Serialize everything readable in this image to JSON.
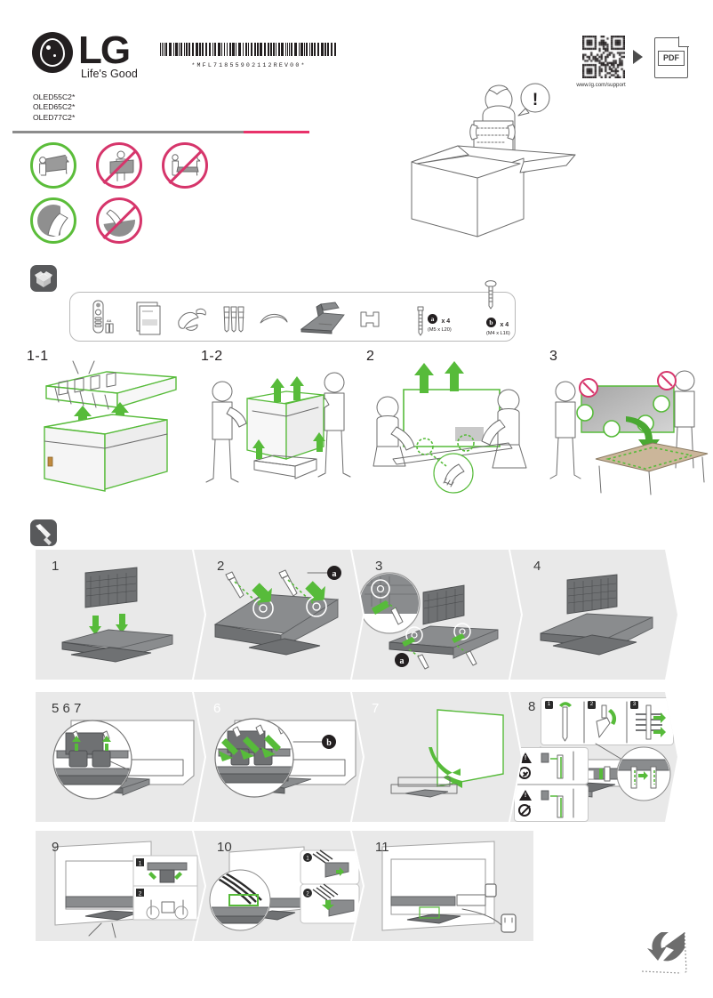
{
  "document": {
    "type": "quick-setup-guide",
    "brand": "LG",
    "tagline": "Life's Good",
    "barcode_text": "*MFL71855902112REV00*",
    "models": [
      "OLED55C2*",
      "OLED65C2*",
      "OLED77C2*"
    ],
    "support_url": "www.lg.com/support",
    "pdf_label": "PDF",
    "colors": {
      "green": "#57bb3a",
      "pink": "#d6356b",
      "accent_rule": "#e8326a",
      "panel_gray": "#e9e9e9",
      "icon_dark": "#58595b"
    }
  },
  "handling_icons": [
    {
      "name": "two-people-carry-tv",
      "state": "allowed"
    },
    {
      "name": "one-person-carry-tv",
      "state": "prohibited"
    },
    {
      "name": "carry-tv-face-down",
      "state": "prohibited"
    },
    {
      "name": "hold-tv-by-bezel",
      "state": "allowed"
    },
    {
      "name": "press-tv-screen",
      "state": "prohibited"
    }
  ],
  "notice": {
    "icon": "person-reading-manual",
    "bubble": "!"
  },
  "sections": [
    {
      "id": "accessories",
      "icon": "open-box-icon",
      "items": [
        {
          "name": "remote-control-and-batteries",
          "label": ""
        },
        {
          "name": "manual-booklet",
          "label": ""
        },
        {
          "name": "cable-ties",
          "label": ""
        },
        {
          "name": "wall-anchors",
          "label": ""
        },
        {
          "name": "cable-holder",
          "label": ""
        },
        {
          "name": "stand-base",
          "label": ""
        },
        {
          "name": "stand-bracket",
          "label": ""
        },
        {
          "name": "screw-a",
          "badge": "a",
          "qty": "x 4",
          "spec": "(M5 x L20)"
        },
        {
          "name": "screw-b",
          "badge": "b",
          "qty": "x 4",
          "spec": "(M4 x L16)"
        }
      ]
    },
    {
      "id": "unpacking",
      "steps": [
        {
          "num": "1-1",
          "name": "remove-top-packing-tray"
        },
        {
          "num": "1-2",
          "name": "lift-tv-out-of-carton-two-people"
        },
        {
          "num": "2",
          "name": "lift-tv-off-base-pad"
        },
        {
          "num": "3",
          "name": "lay-tv-face-down-on-padded-table"
        }
      ]
    },
    {
      "id": "assembly",
      "icon": "screwdriver-icon",
      "rows": [
        {
          "steps": [
            {
              "num": "1",
              "name": "attach-bracket-to-stand-base",
              "num_style": "dark"
            },
            {
              "num": "2",
              "name": "insert-screws-a-into-stand",
              "num_style": "dark",
              "badge": "a"
            },
            {
              "num": "3",
              "name": "tighten-screws-a-underside",
              "num_style": "dark",
              "badge": "a"
            },
            {
              "num": "4",
              "name": "assembled-stand-result",
              "num_style": "dark"
            }
          ]
        },
        {
          "steps": [
            {
              "num": "5 6 7",
              "name": "align-stand-to-tv-back",
              "num_style": "dark"
            },
            {
              "num": "6",
              "name": "fasten-screws-b-to-tv",
              "num_style": "white",
              "badge": "b"
            },
            {
              "num": "7",
              "name": "stand-tv-upright",
              "num_style": "white"
            },
            {
              "num": "8",
              "name": "attach-cable-holder-and-ties",
              "num_style": "dark",
              "substeps": [
                "1",
                "2",
                "3"
              ],
              "warnings": [
                {
                  "icon": "warning-triangle",
                  "mark": "check",
                  "name": "correct-cable-routing"
                },
                {
                  "icon": "warning-triangle",
                  "mark": "prohibited",
                  "name": "incorrect-cable-routing"
                }
              ]
            }
          ]
        },
        {
          "steps": [
            {
              "num": "9",
              "name": "route-cables-behind-tv",
              "num_style": "dark",
              "substeps": [
                "1",
                "2"
              ]
            },
            {
              "num": "10",
              "name": "bundle-cables-in-holder",
              "num_style": "dark",
              "substeps": [
                "1",
                "2"
              ]
            },
            {
              "num": "11",
              "name": "connect-power-cord-to-outlet",
              "num_style": "dark"
            }
          ]
        }
      ]
    }
  ],
  "footer": {
    "icon": "page-turn-icon"
  }
}
